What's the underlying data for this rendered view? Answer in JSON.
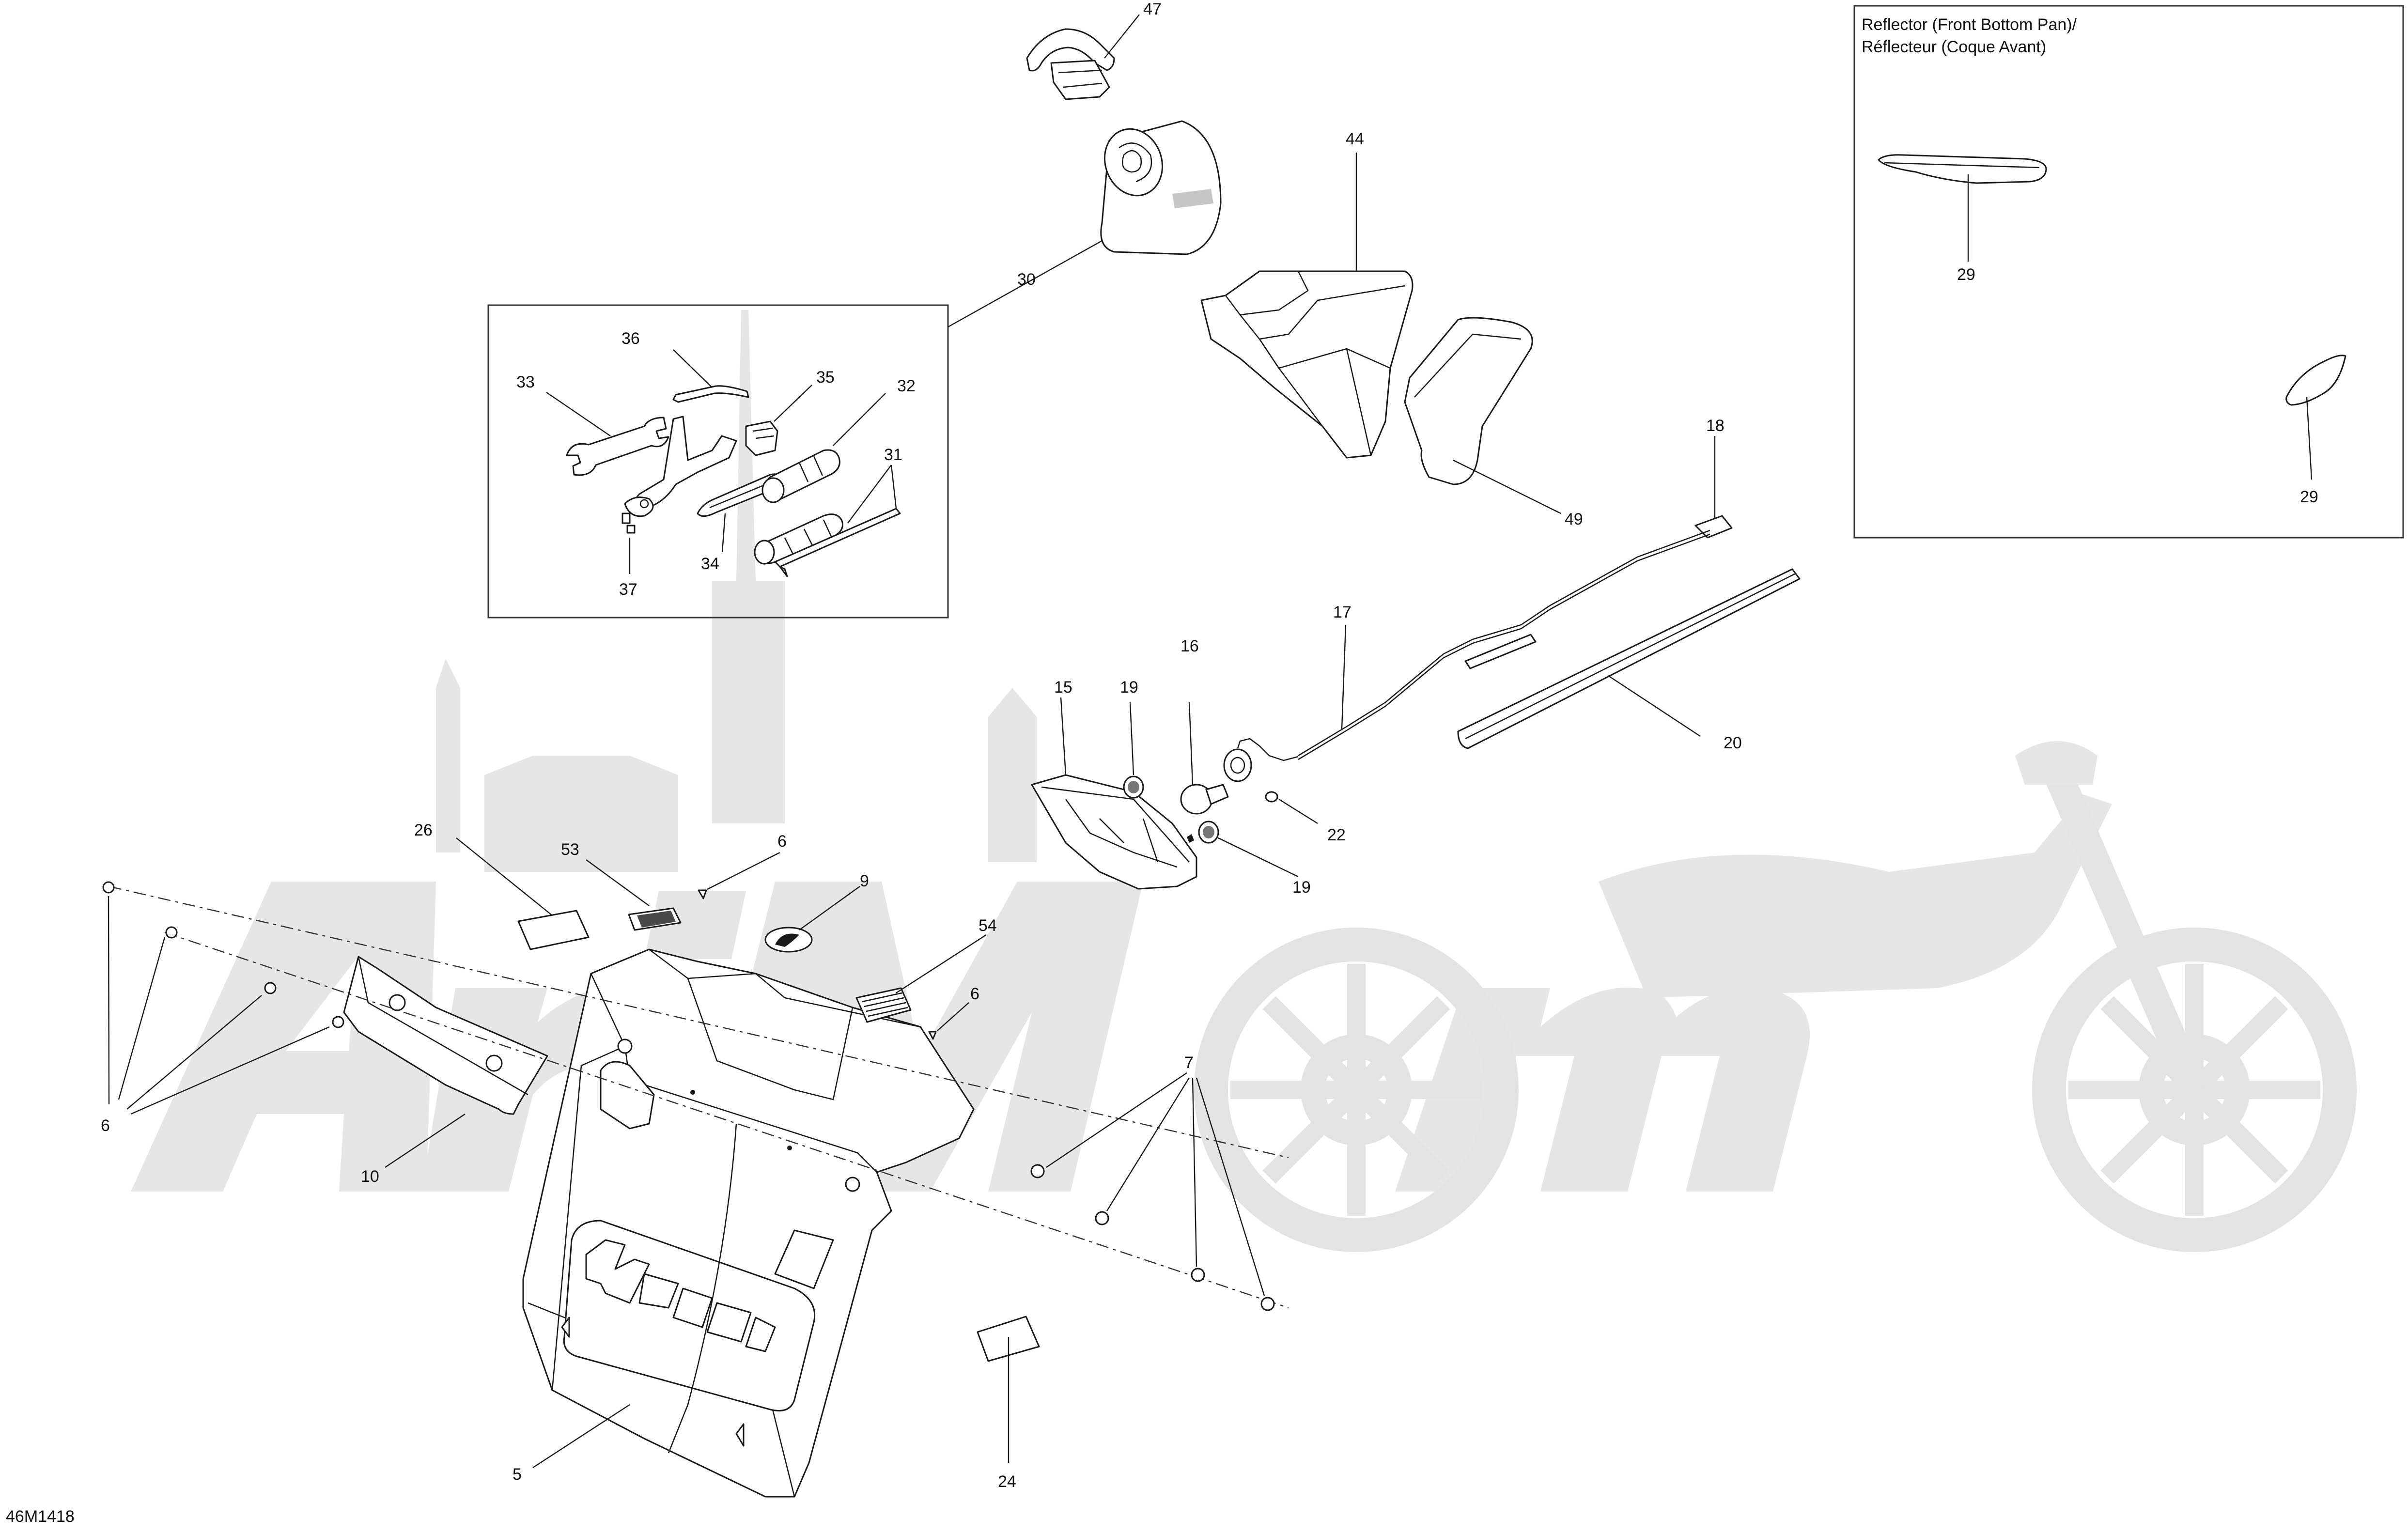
{
  "drawing_id": "46M1418",
  "inset": {
    "title_line1": "Reflector (Front Bottom Pan)/",
    "title_line2": "Réflecteur (Coque Avant)"
  },
  "callouts": {
    "c47": "47",
    "c44": "44",
    "c30": "30",
    "c36": "36",
    "c35": "35",
    "c33": "33",
    "c32": "32",
    "c31": "31",
    "c34": "34",
    "c37": "37",
    "c49": "49",
    "c18": "18",
    "c17": "17",
    "c16": "16",
    "c15": "15",
    "c19a": "19",
    "c19b": "19",
    "c20": "20",
    "c22": "22",
    "c26": "26",
    "c53": "53",
    "c6a": "6",
    "c6b": "6",
    "c6c": "6",
    "c9": "9",
    "c54": "54",
    "c7": "7",
    "c10": "10",
    "c5": "5",
    "c24": "24",
    "c29a": "29",
    "c29b": "29"
  },
  "watermark": {
    "text": "AriMoto"
  }
}
